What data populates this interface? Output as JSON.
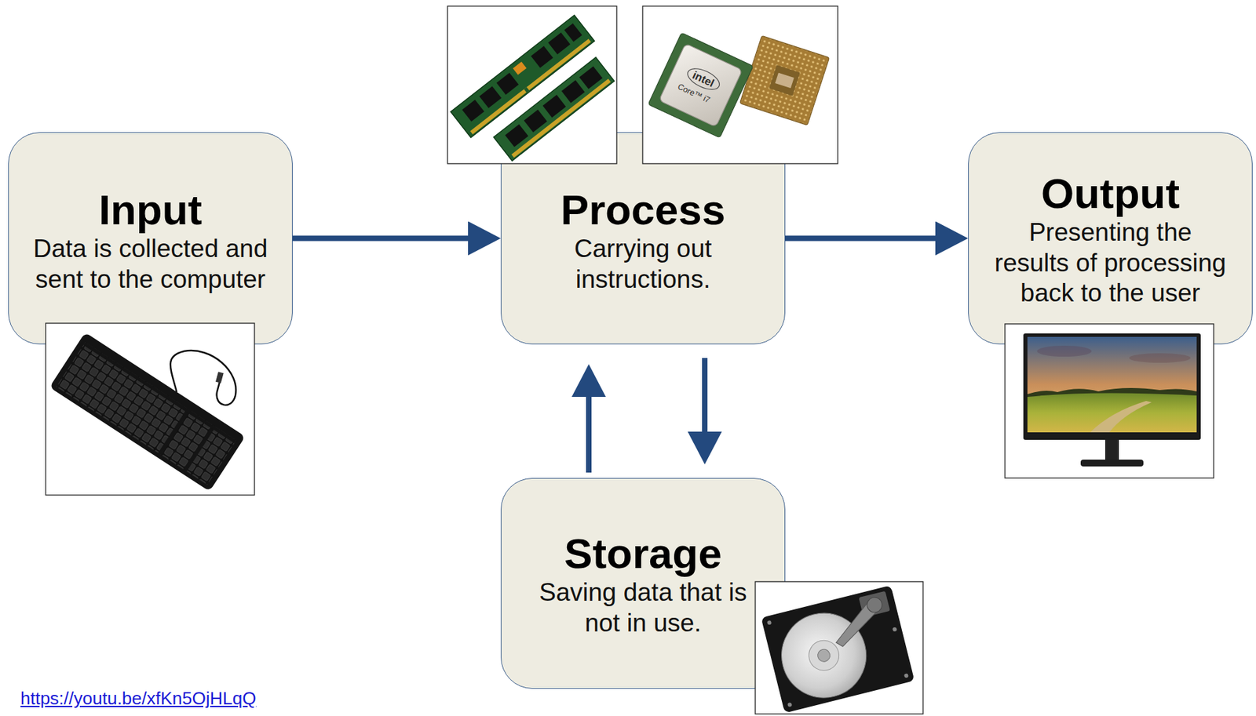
{
  "diagram": {
    "nodes": [
      {
        "text": [
          "Input",
          "Data is collected and sent to the computer"
        ]
      },
      {
        "text": [
          "Process",
          "Carrying out instructions."
        ]
      },
      {
        "text": [
          "Output",
          "Presenting the results of processing back to the user"
        ]
      },
      {
        "text": [
          "Storage",
          "Saving data that is not in use."
        ]
      }
    ],
    "edges": [
      {
        "from": 0,
        "to": 1,
        "arrow": "to"
      },
      {
        "from": 1,
        "to": 2,
        "arrow": "to"
      },
      {
        "from": 3,
        "to": 1,
        "arrow": "to"
      },
      {
        "from": 1,
        "to": 3,
        "arrow": "to"
      }
    ],
    "labels": [
      "intel",
      "Core™ i7",
      "https://youtu.be/xfKn5OjHLqQ"
    ]
  }
}
